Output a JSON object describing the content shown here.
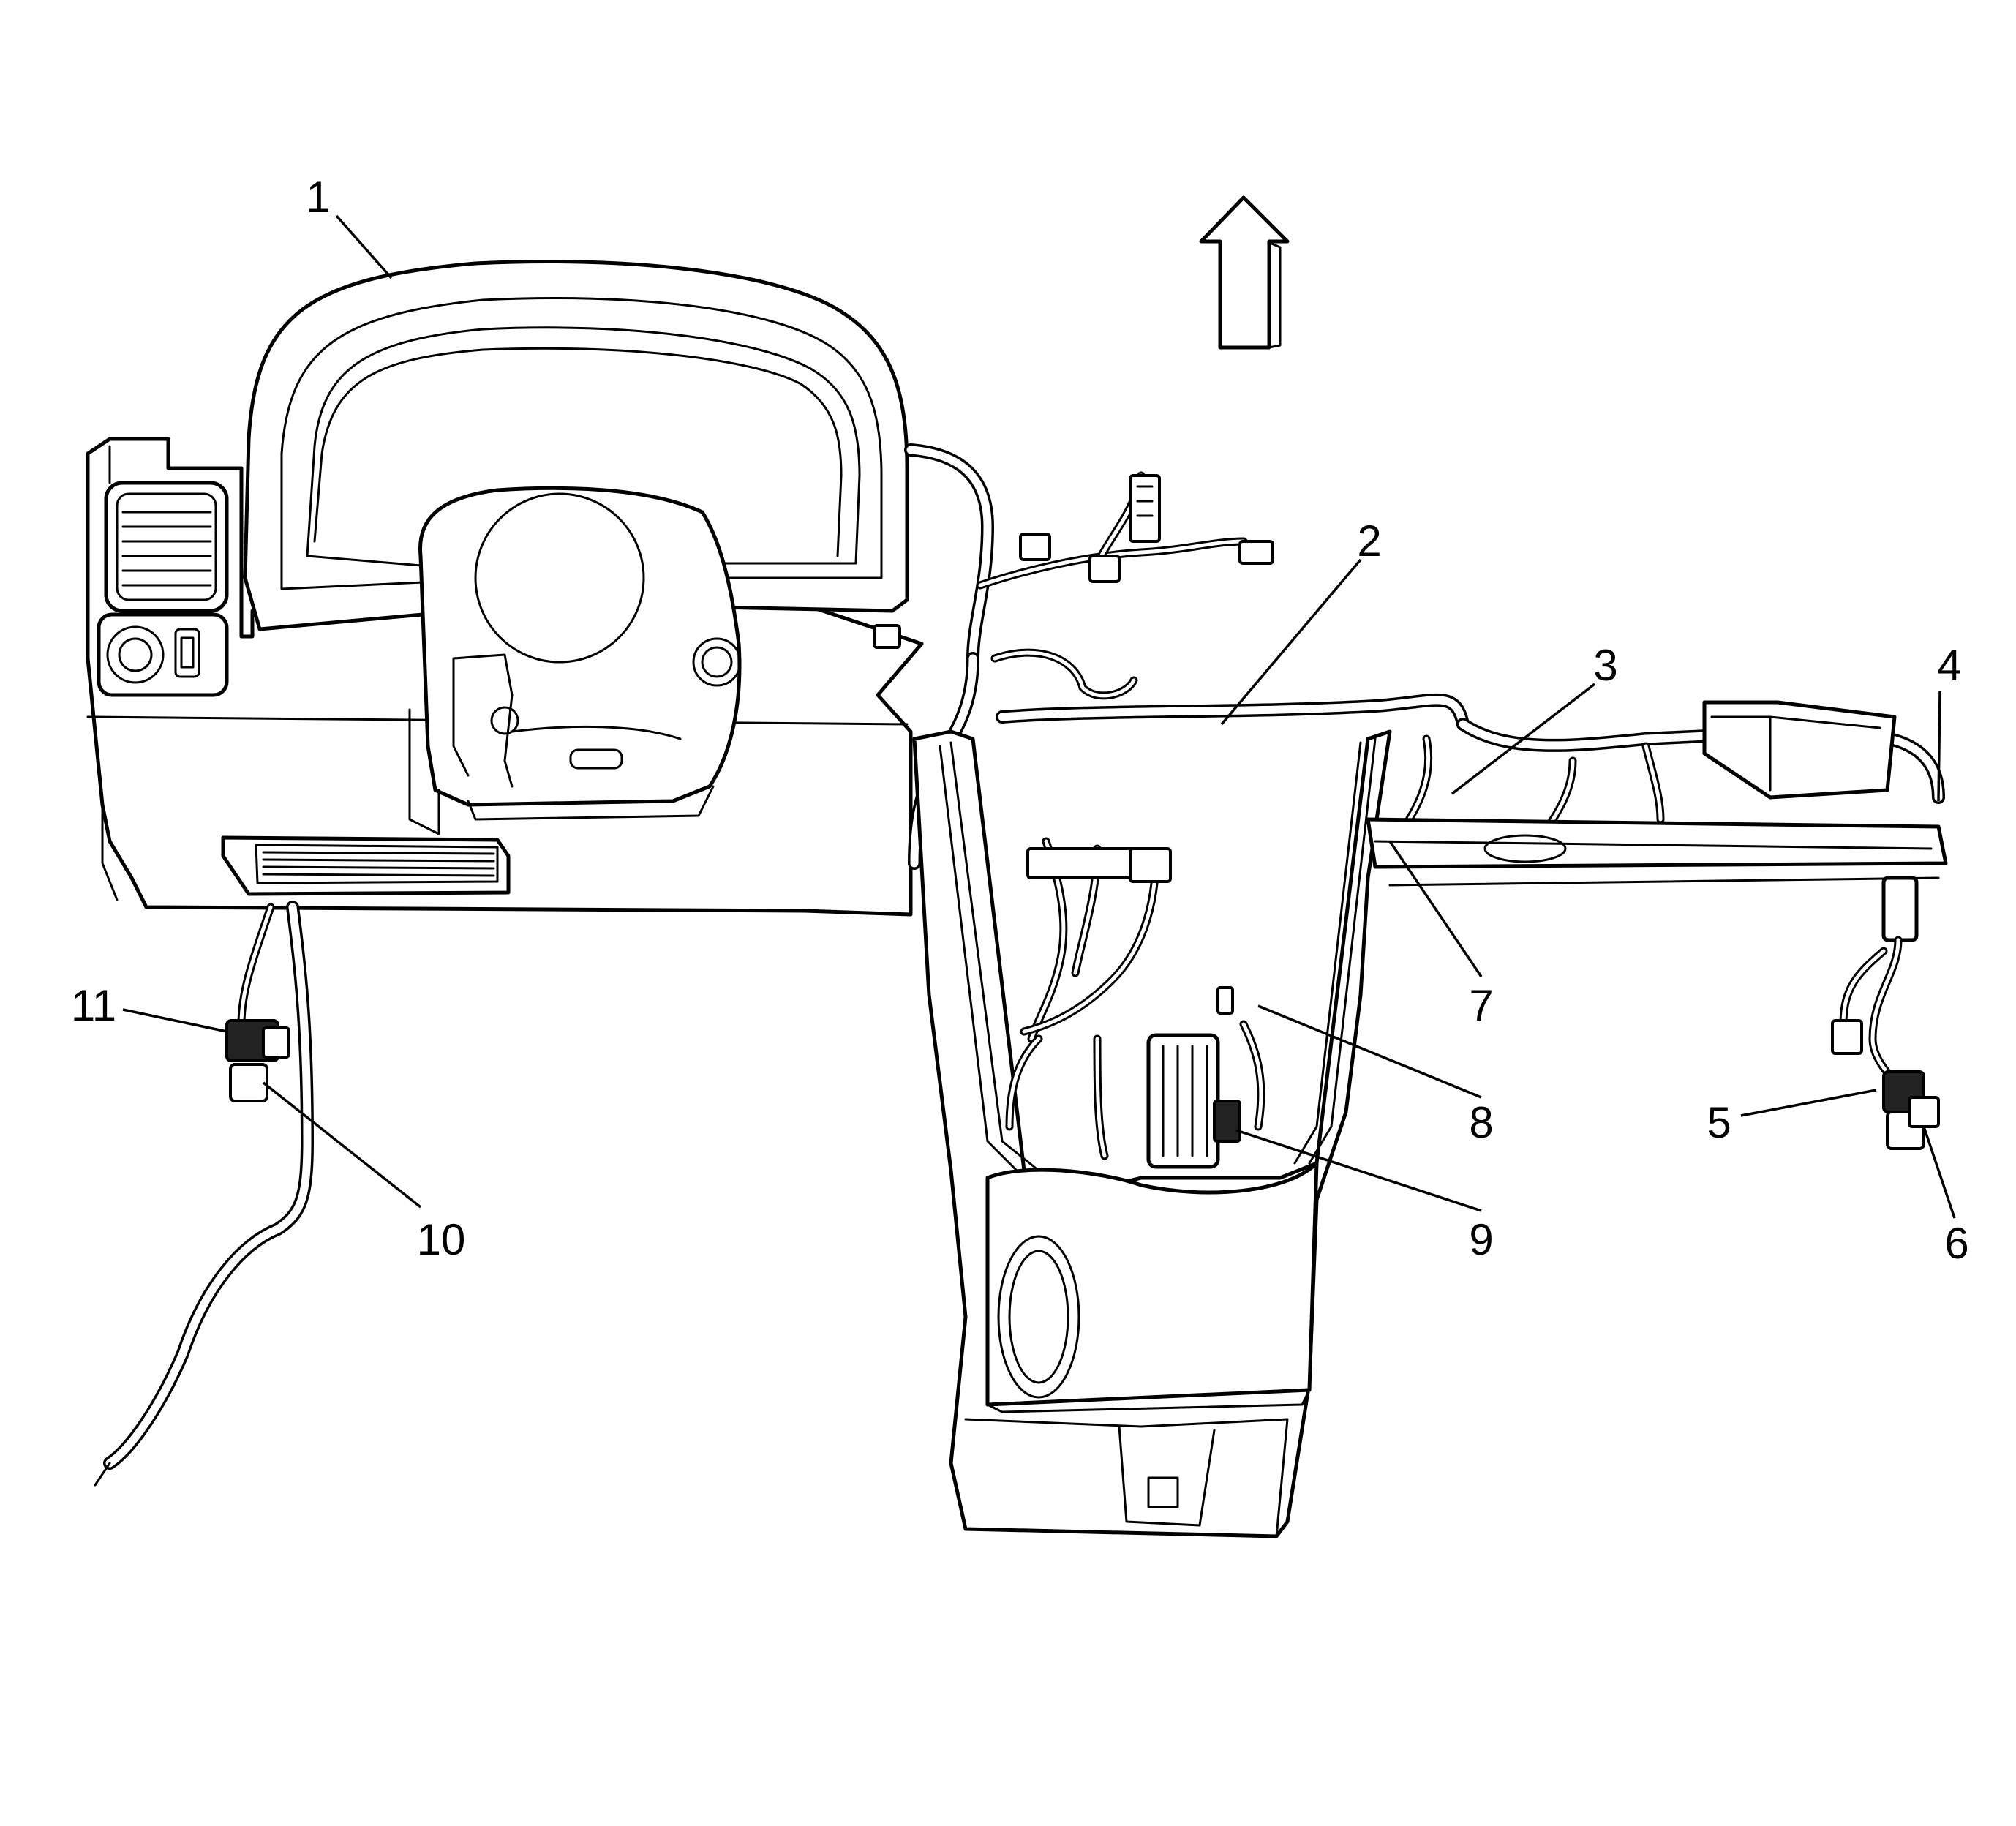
{
  "callouts": [
    {
      "id": 1,
      "label": "1"
    },
    {
      "id": 2,
      "label": "2"
    },
    {
      "id": 3,
      "label": "3"
    },
    {
      "id": 4,
      "label": "4"
    },
    {
      "id": 5,
      "label": "5"
    },
    {
      "id": 6,
      "label": "6"
    },
    {
      "id": 7,
      "label": "7"
    },
    {
      "id": 8,
      "label": "8"
    },
    {
      "id": 9,
      "label": "9"
    },
    {
      "id": 10,
      "label": "10"
    },
    {
      "id": 11,
      "label": "11"
    }
  ],
  "icons": {
    "direction_arrow": "up-arrow-icon"
  },
  "colors": {
    "line": "#000000",
    "background": "#ffffff"
  }
}
